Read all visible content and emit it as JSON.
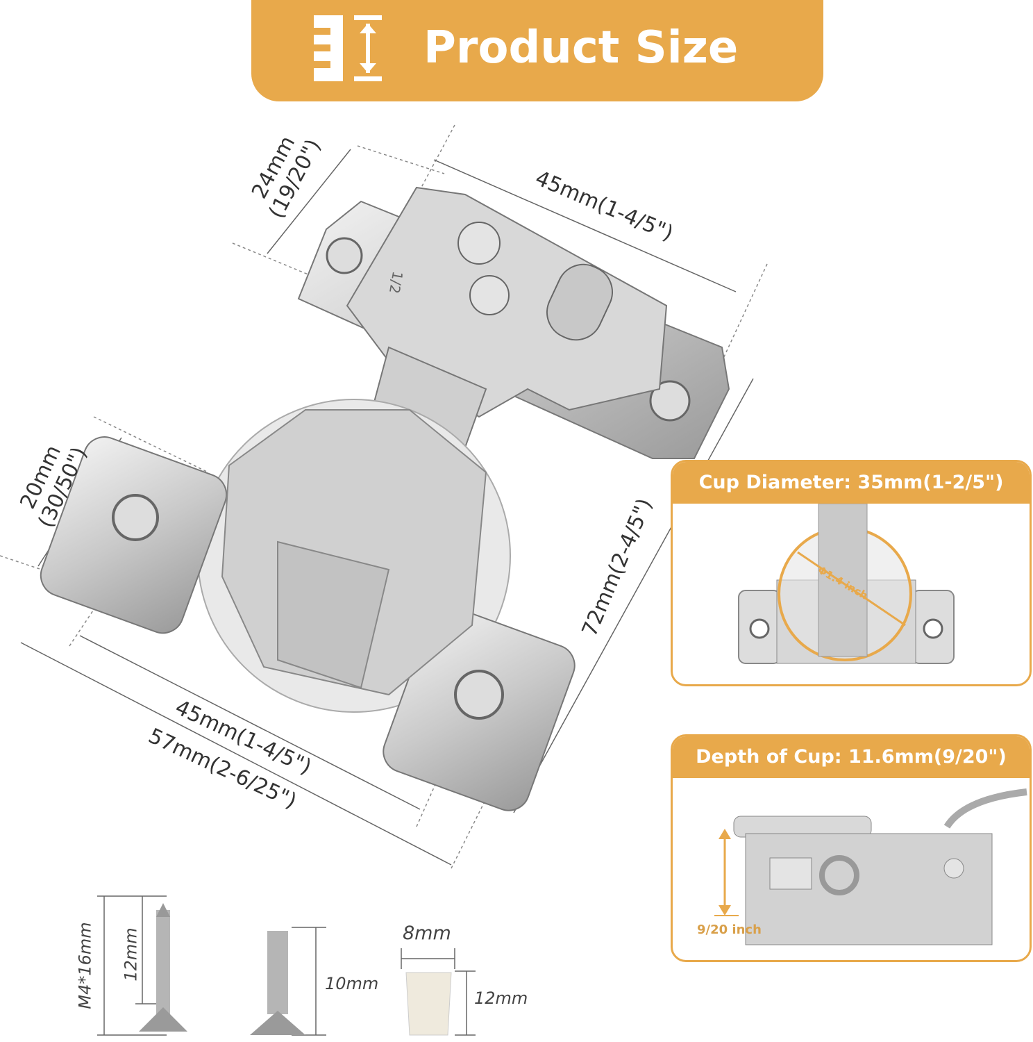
{
  "header": {
    "title": "Product Size",
    "icon": "height-measure-icon",
    "color": "#e8a94b"
  },
  "dimensions": {
    "mounting_width": "24mm\n(19/20\")",
    "plate_length": "45mm(1-4/5\")",
    "wing_width": "20mm\n(30/50\")",
    "overall_height": "72mm(2-4/5\")",
    "hole_spacing": "45mm(1-4/5\")",
    "overall_width": "57mm(2-6/25\")",
    "plate_marking": "1/2"
  },
  "cup_diameter": {
    "title": "Cup Diameter: 35mm(1-2/5\")",
    "label": "Φ1.4 inch"
  },
  "cup_depth": {
    "title": "Depth of Cup: 11.6mm(9/20\")",
    "label": "9/20 inch"
  },
  "accessories": {
    "screw_long_total": "M4*16mm",
    "screw_long_thread": "12mm",
    "screw_short": "10mm",
    "dowel_diameter": "8mm",
    "dowel_length": "12mm"
  }
}
